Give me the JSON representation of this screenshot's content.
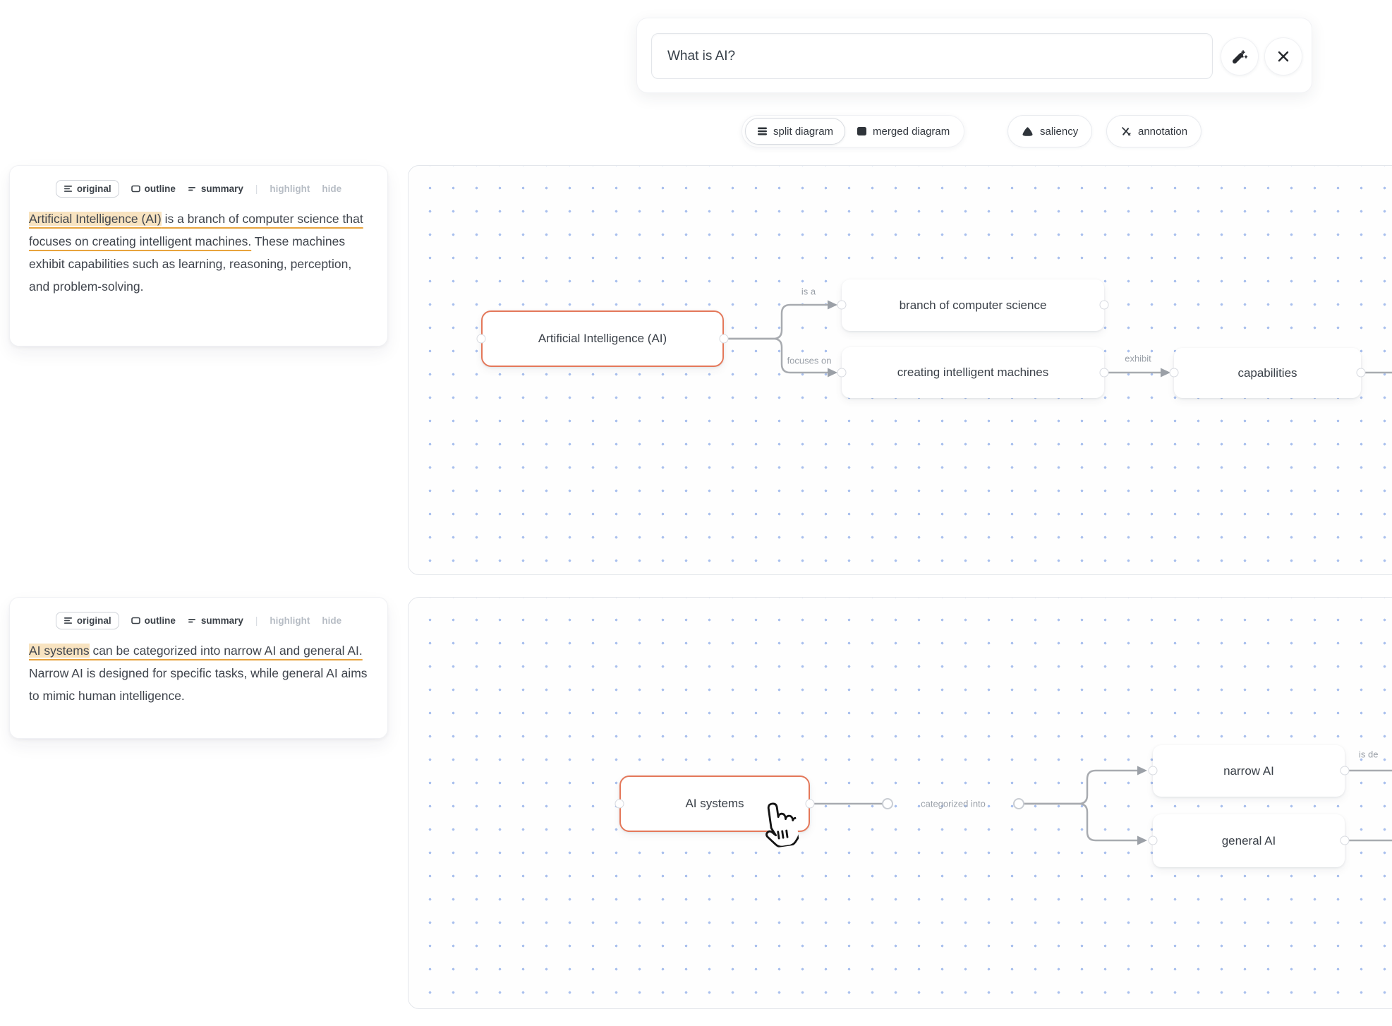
{
  "query_bar": {
    "value": "What is AI?"
  },
  "toolbar": {
    "split": "split diagram",
    "merged": "merged diagram",
    "saliency": "saliency",
    "annotation": "annotation"
  },
  "tabs": {
    "original": "original",
    "outline": "outline",
    "summary": "summary",
    "divider": "|",
    "highlight": "highlight",
    "hide": "hide"
  },
  "panels": [
    {
      "highlight": "Artificial Intelligence (AI)",
      "underline": " is a branch of computer science that focuses on creating intelligent machines.",
      "rest": " These machines exhibit capabilities such as learning, reasoning, perception, and problem-solving."
    },
    {
      "highlight": "AI systems",
      "underline": " can be categorized into narrow AI and general AI.",
      "rest": " Narrow AI is designed for specific tasks, while general AI aims to mimic human intelligence."
    }
  ],
  "diagram1": {
    "nodes": {
      "root": "Artificial Intelligence (AI)",
      "branch": "branch of computer science",
      "creating": "creating intelligent machines",
      "capabilities": "capabilities"
    },
    "edges": {
      "isa": "is a",
      "focuses": "focuses on",
      "exhibit": "exhibit"
    }
  },
  "diagram2": {
    "nodes": {
      "root": "AI systems",
      "narrow": "narrow AI",
      "general": "general AI"
    },
    "edges": {
      "categorized": "categorized into",
      "cut_right": "is de"
    }
  },
  "colors": {
    "selected_node_border": "#e4785a",
    "highlight_bg": "#f8e3c0",
    "underline_orange": "#e8a33c",
    "grid_dot_blue": "#a9c0ee",
    "edge_gray": "#a8abb0",
    "muted_label": "#9aa0a8"
  }
}
